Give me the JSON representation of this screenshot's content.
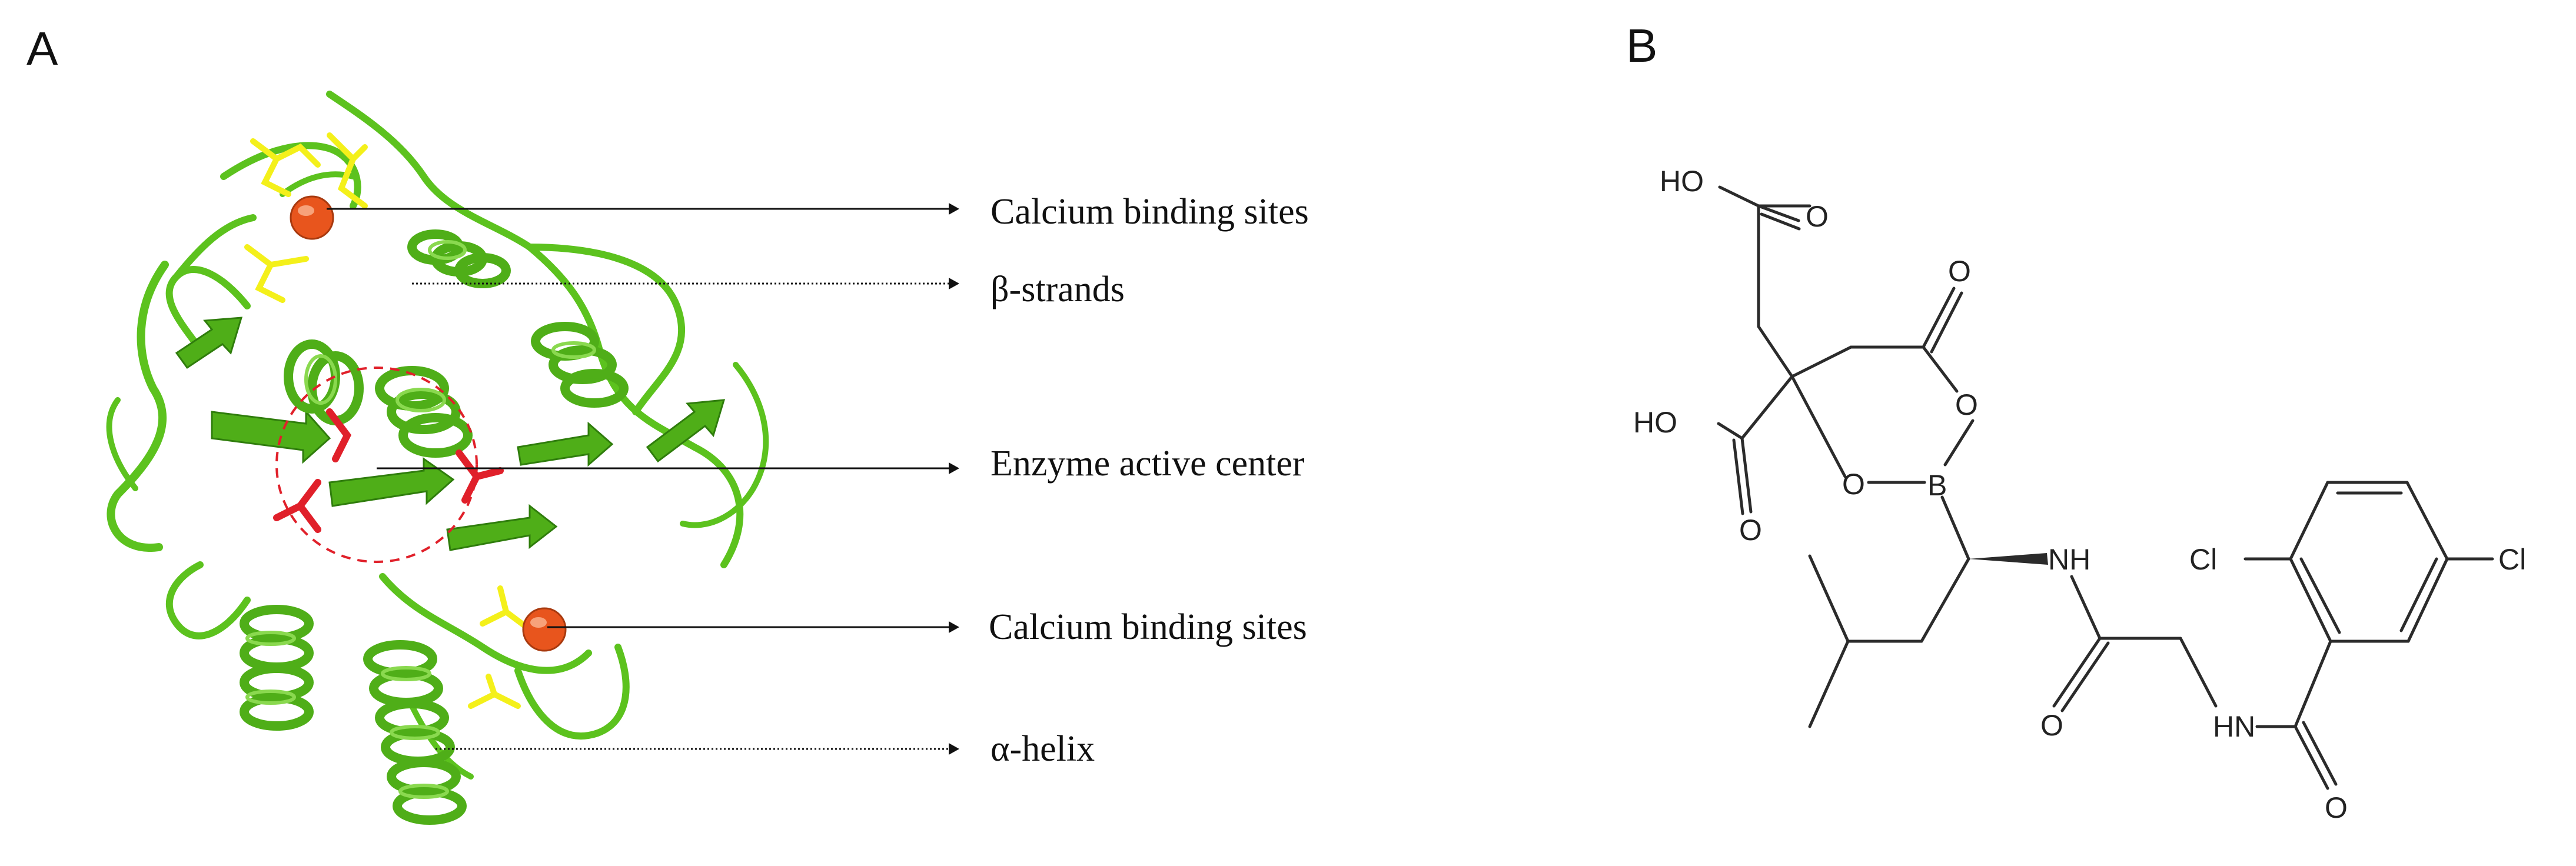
{
  "panels": {
    "a": {
      "letter": "A",
      "annotations": [
        "Calcium binding sites",
        "β-strands",
        "Enzyme active center",
        "Calcium binding sites",
        "α-helix"
      ]
    },
    "b": {
      "letter": "B",
      "atoms": {
        "ho_top": "HO",
        "ho_left": "HO",
        "o_ketone_top": "O",
        "o_acid_top": "O",
        "o_ring_top": "O",
        "o_ring_left": "O",
        "boron": "B",
        "o_acid_bottom": "O",
        "nh": "NH",
        "cl_left": "Cl",
        "cl_right": "Cl",
        "o_amide1": "O",
        "hn": "HN",
        "o_amide2": "O"
      }
    }
  },
  "colors": {
    "ribbon": "#5cc21e",
    "calcium": "#e8551d",
    "ligand_sticks": "#f4f01a",
    "active_site": "#e0202a"
  }
}
